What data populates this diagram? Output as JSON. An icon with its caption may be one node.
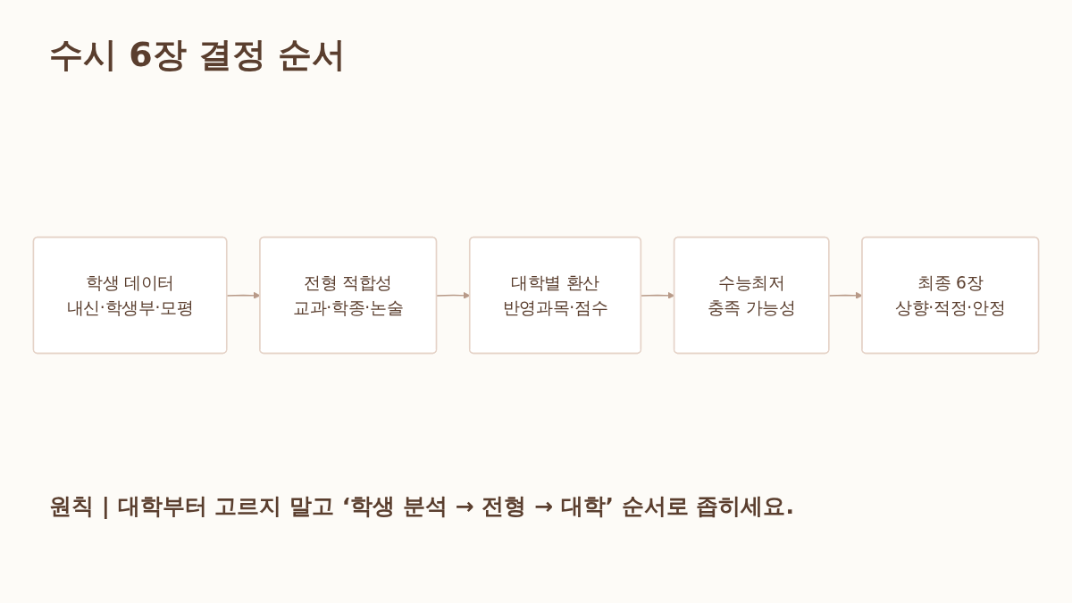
{
  "diagram": {
    "title": "수시 6장 결정 순서",
    "nodes": [
      {
        "text": [
          "학생 데이터",
          "내신·학생부·모평"
        ]
      },
      {
        "text": [
          "전형 적합성",
          "교과·학종·논술"
        ]
      },
      {
        "text": [
          "대학별 환산",
          "반영과목·점수"
        ]
      },
      {
        "text": [
          "수능최저",
          "충족 가능성"
        ]
      },
      {
        "text": [
          "최종 6장",
          "상향·적정·안정"
        ]
      }
    ],
    "edges": [
      {
        "from": 0,
        "to": 1,
        "arrow": "to"
      },
      {
        "from": 1,
        "to": 2,
        "arrow": "to"
      },
      {
        "from": 2,
        "to": 3,
        "arrow": "to"
      },
      {
        "from": 3,
        "to": 4,
        "arrow": "to"
      }
    ],
    "labels": [
      "원칙 | 대학부터 고르지 말고 ‘학생 분석 → 전형 → 대학’ 순서로 좁히세요."
    ]
  }
}
